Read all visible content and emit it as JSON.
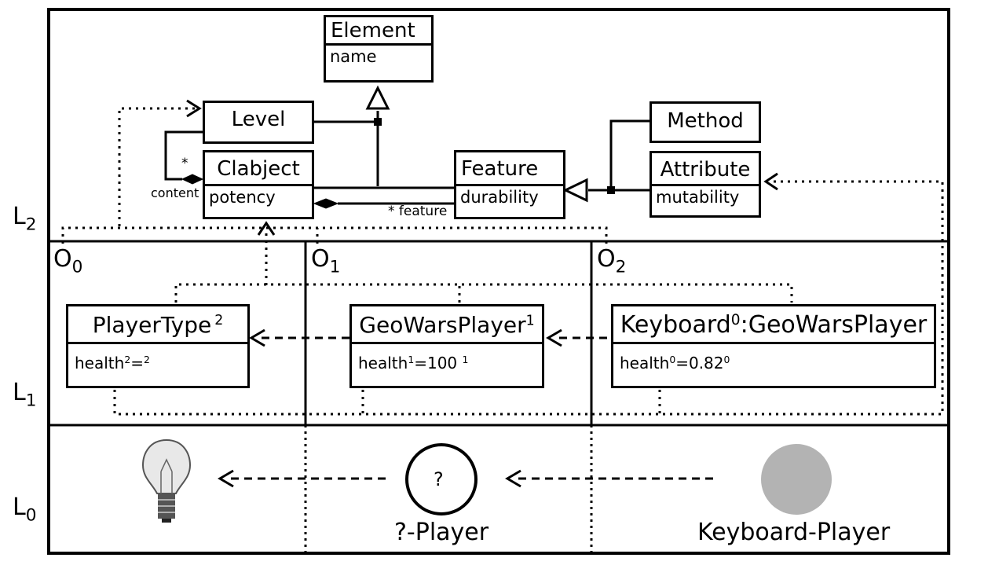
{
  "metamodel": {
    "element": {
      "name": "Element",
      "attr": "name"
    },
    "level": {
      "name": "Level"
    },
    "clabject": {
      "name": "Clabject",
      "attr": "potency"
    },
    "feature": {
      "name": "Feature",
      "attr": "durability"
    },
    "method": {
      "name": "Method"
    },
    "attribute": {
      "name": "Attribute",
      "attr": "mutability"
    },
    "content_label": "content",
    "content_mult": "*",
    "feature_label": "* feature"
  },
  "levels": {
    "l2": {
      "letter": "L",
      "index": "2"
    },
    "l1": {
      "letter": "L",
      "index": "1"
    },
    "l0": {
      "letter": "L",
      "index": "0"
    }
  },
  "orders": {
    "o0": {
      "letter": "O",
      "index": "0"
    },
    "o1": {
      "letter": "O",
      "index": "1"
    },
    "o2": {
      "letter": "O",
      "index": "2"
    }
  },
  "classes": {
    "player_type": {
      "name": "PlayerType",
      "potency": "2",
      "attr": "health",
      "attr_durability": "2",
      "eq": "=",
      "value": "",
      "value_mutability": "2"
    },
    "geowars_player": {
      "name": "GeoWarsPlayer",
      "potency": "1",
      "attr": "health",
      "attr_durability": "1",
      "eq": "=",
      "value": "100 ",
      "value_mutability": "1"
    },
    "keyboard": {
      "name": "Keyboard",
      "potency": "0",
      "type": ":GeoWarsPlayer",
      "attr": "health",
      "attr_durability": "0",
      "eq": "=",
      "value": "0.82",
      "value_mutability": "0"
    }
  },
  "instances": {
    "question_symbol": "?",
    "question_label": "?-Player",
    "keyboard_label": "Keyboard-Player"
  },
  "colors": {
    "line": "#000000",
    "keyboard_circle": "#b3b3b3",
    "bulb_glass": "#e8e8e8",
    "bulb_base": "#555555"
  },
  "icons": [
    "lightbulb-icon",
    "question-player-circle",
    "keyboard-player-circle"
  ]
}
